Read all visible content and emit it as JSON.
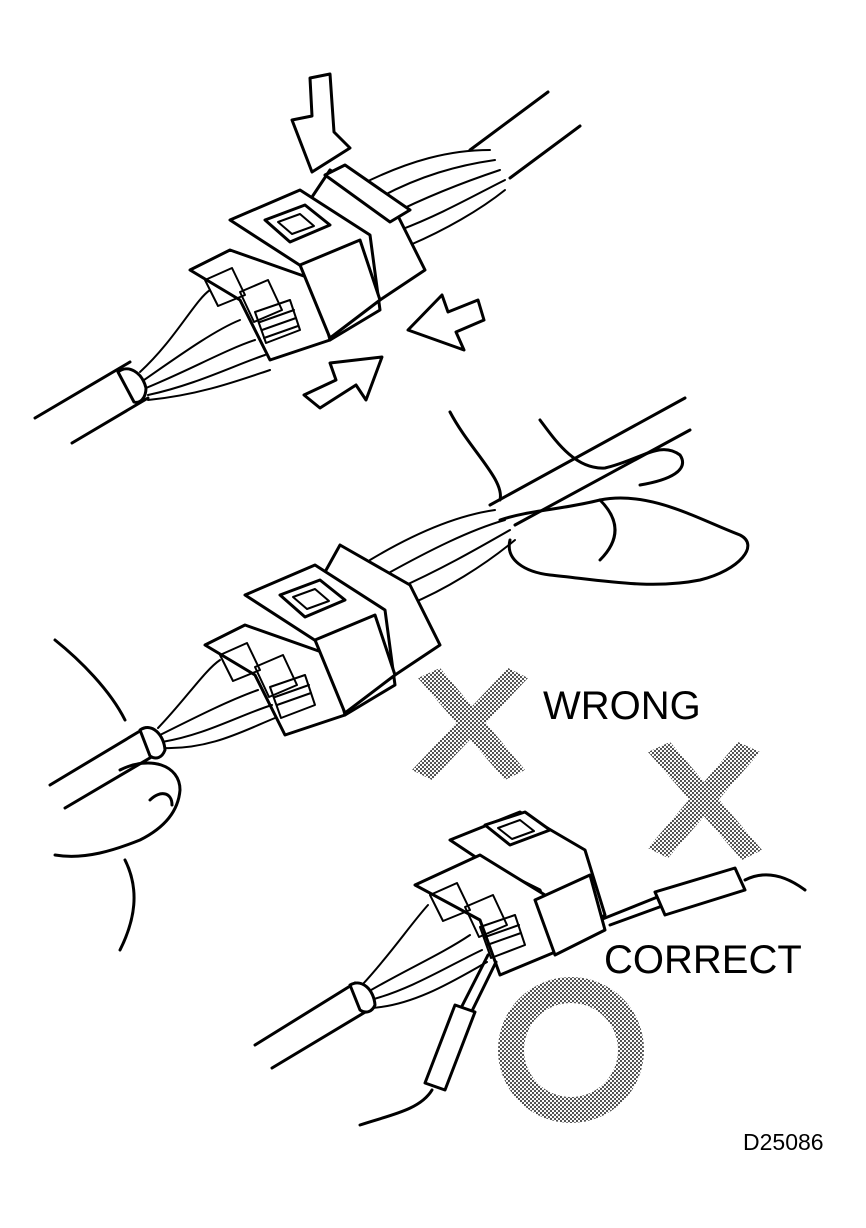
{
  "figure": {
    "wrong_label": "WRONG",
    "correct_label": "CORRECT",
    "figure_code": "D25086"
  },
  "colors": {
    "line": "#000000",
    "background": "#ffffff",
    "halftone_mark": "#7a7a7a"
  },
  "icons": {
    "wrong_marks": [
      "x-mark-icon",
      "x-mark-icon"
    ],
    "correct_mark": "circle-mark-icon",
    "arrows": [
      "arrow-down-icon",
      "arrow-left-icon",
      "arrow-right-icon"
    ]
  }
}
